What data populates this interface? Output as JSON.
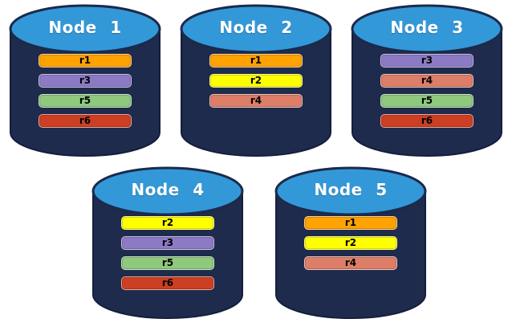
{
  "diagram": {
    "description_labels": [],
    "palette": {
      "background": "#FFFFFF",
      "cylinder_body": "#1E2B4D",
      "cylinder_outline": "#141F3C",
      "cylinder_cap": "#3398D8",
      "cap_outline": "#1B2A4C",
      "title_text": "#FFFFFF",
      "bar_text": "#000000",
      "replica_colors": {
        "r1": "#FFA202",
        "r2": "#FFFF00",
        "r3": "#8C7BC4",
        "r4": "#DD7E68",
        "r5": "#8EC97D",
        "r6": "#CC3F23"
      }
    },
    "nodes": [
      {
        "name": "Node 1",
        "replicas": [
          "r1",
          "r3",
          "r5",
          "r6"
        ]
      },
      {
        "name": "Node 2",
        "replicas": [
          "r1",
          "r2",
          "r4"
        ]
      },
      {
        "name": "Node 3",
        "replicas": [
          "r3",
          "r4",
          "r5",
          "r6"
        ]
      },
      {
        "name": "Node 4",
        "replicas": [
          "r2",
          "r3",
          "r5",
          "r6"
        ]
      },
      {
        "name": "Node 5",
        "replicas": [
          "r1",
          "r2",
          "r4"
        ]
      }
    ]
  }
}
